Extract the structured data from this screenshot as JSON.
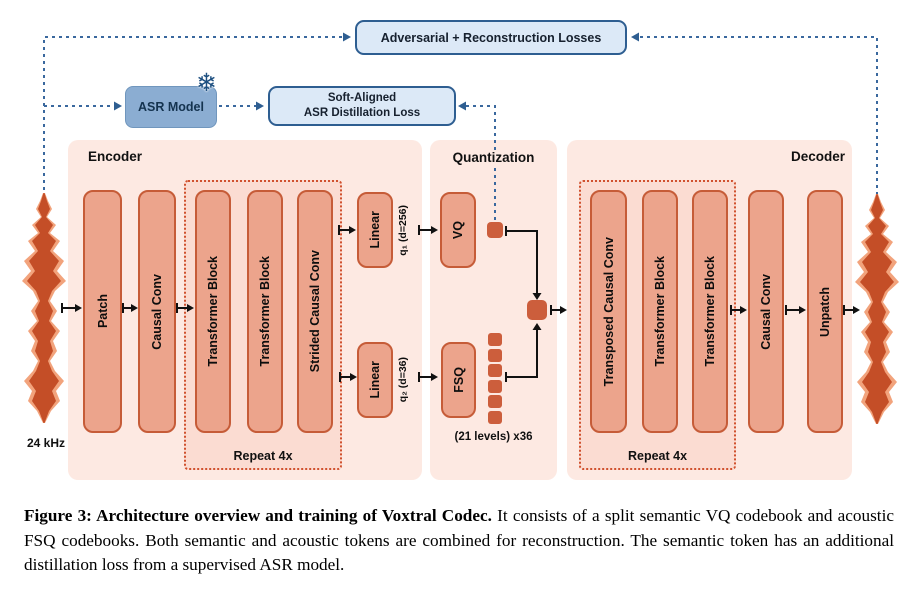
{
  "figure": {
    "losses_box": "Adversarial + Reconstruction Losses",
    "asr": {
      "label": "ASR Model",
      "frozen_icon": "❄"
    },
    "distill": {
      "line1": "Soft-Aligned",
      "line2": "ASR Distillation Loss"
    },
    "encoder": {
      "title": "Encoder",
      "patch": "Patch",
      "causal_conv": "Causal Conv",
      "repeat": {
        "tb1": "Transformer Block",
        "tb2": "Transformer Block",
        "strided": "Strided Causal Conv",
        "label": "Repeat 4x"
      },
      "linear1": "Linear",
      "q1": "q₁ (d=256)",
      "linear2": "Linear",
      "q2": "q₂ (d=36)"
    },
    "quant": {
      "title": "Quantization",
      "vq": "VQ",
      "fsq": "FSQ",
      "levels": "(21 levels) x36"
    },
    "decoder": {
      "title": "Decoder",
      "repeat": {
        "tcc": "Transposed Causal Conv",
        "tb1": "Transformer Block",
        "tb2": "Transformer Block",
        "label": "Repeat 4x"
      },
      "causal_conv": "Causal Conv",
      "unpatch": "Unpatch"
    },
    "input_rate": "24 kHz"
  },
  "caption": {
    "bold": "Figure 3: Architecture overview and training of Voxtral Codec.",
    "rest": " It consists of a split semantic VQ codebook and acoustic FSQ codebooks. Both semantic and acoustic tokens are combined for reconstruction. The semantic token has an additional distillation loss from a supervised ASR model."
  },
  "colors": {
    "panel_bg": "#fde9e2",
    "repeat_bg": "#fbdcd2",
    "block_fill": "#eca48c",
    "block_border": "#c65c38",
    "token_fill": "#cc5e3c",
    "dotted_border": "#d0512e",
    "loss_box_fill": "#dce9f7",
    "loss_box_border": "#2e5e91",
    "asr_box_fill": "#8badd2",
    "dashed_line_blue": "#3a689e",
    "flow_line_black": "#111111",
    "wave_light": "#f2a37c",
    "wave_dark": "#c44e27"
  }
}
